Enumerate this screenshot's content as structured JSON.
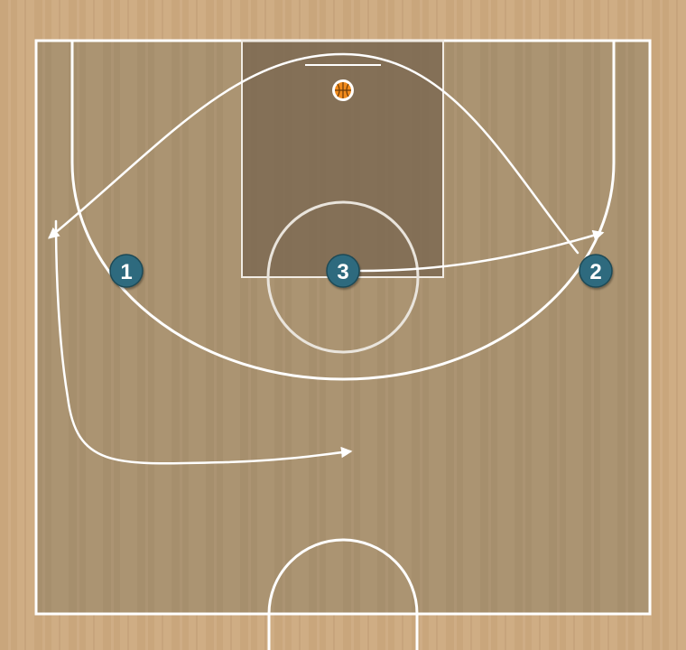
{
  "court": {
    "floor_color": "#c8a77f",
    "inner_color": "#a8916f",
    "paint_color": "#7c6a52",
    "line_color": "#ffffff"
  },
  "players": [
    {
      "id": "p1",
      "label": "1",
      "color": "#2f6b7e"
    },
    {
      "id": "p2",
      "label": "2",
      "color": "#2f6b7e"
    },
    {
      "id": "p3",
      "label": "3",
      "color": "#2f6b7e"
    }
  ],
  "ball": {
    "icon": "basketball-icon",
    "color": "#f08a1c"
  },
  "movements": [
    {
      "name": "cut-path-1",
      "type": "movement"
    },
    {
      "name": "cut-path-2",
      "type": "movement"
    },
    {
      "name": "cut-path-3",
      "type": "movement"
    },
    {
      "name": "cut-path-4",
      "type": "movement"
    }
  ]
}
